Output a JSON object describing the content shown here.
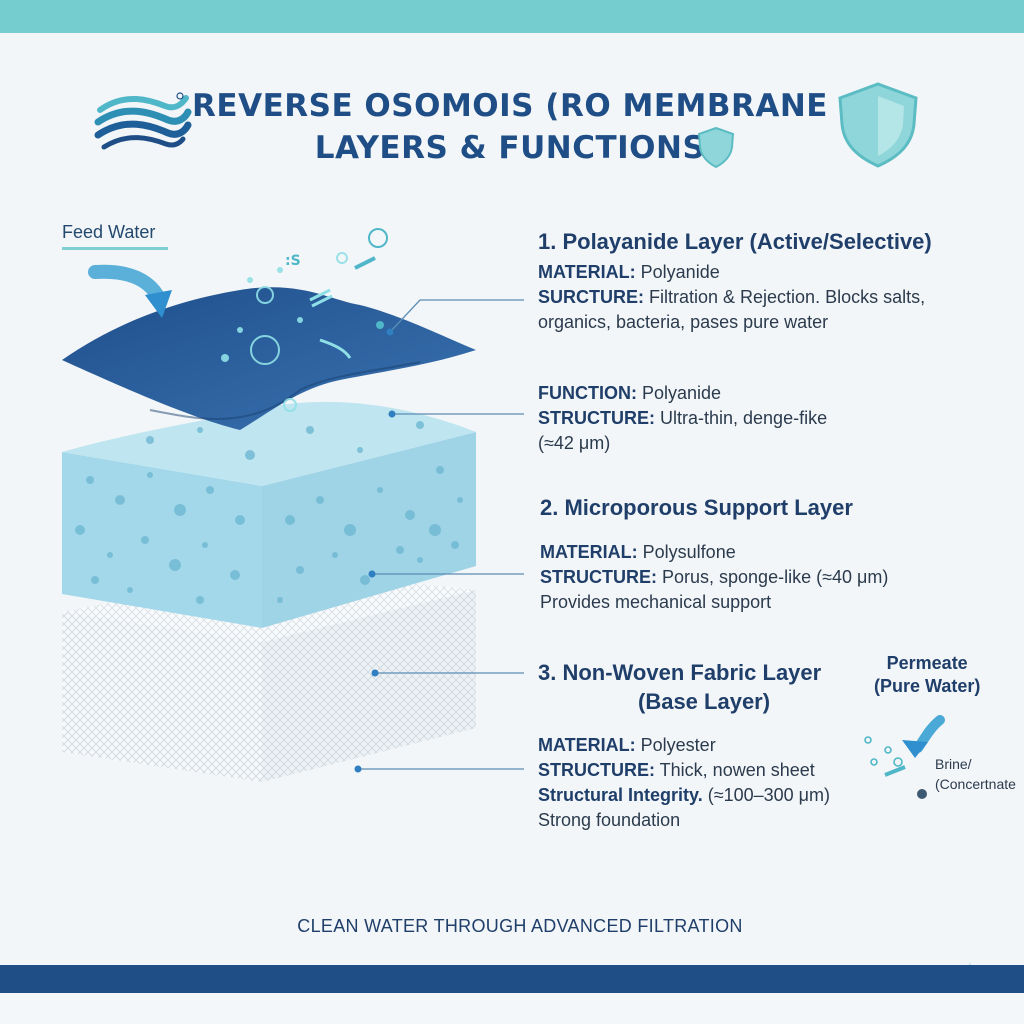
{
  "title": {
    "line1": "REVERSE OSOMOIS (RO MEMBRANE",
    "line2": "LAYERS & FUNCTIONS"
  },
  "feed_label": "Feed Water",
  "layers": [
    {
      "heading": "1. Polayanide Layer (Active/Selective)",
      "l1_key": "MATERIAL:",
      "l1_val": " Polyanide",
      "l2_key": "SURCTURE:",
      "l2_val": " Filtration & Rejection. Blocks salts,",
      "l3": "organics, bacteria, pases pure water",
      "l4_key": "FUNCTION:",
      "l4_val": " Polyanide",
      "l5_key": "STRUCTURE:",
      "l5_val": " Ultra-thin, denge-fike",
      "l6": "(≈42 μm)"
    },
    {
      "heading": "2. Microporous Support Layer",
      "l1_key": "MATERIAL:",
      "l1_val": " Polysulfone",
      "l2_key": "STRUCTURE:",
      "l2_val": " Porus, sponge-like (≈40 μm)",
      "l3": "Provides mechanical support"
    },
    {
      "heading1": "3. Non-Woven Fabric Layer",
      "heading2": "(Base Layer)",
      "l1_key": "MATERIAL:",
      "l1_val": " Polyester",
      "l2_key": "STRUCTURE:",
      "l2_val": " Thick, nowen sheet",
      "l3_bold": "Structural Integrity.",
      "l3_val": " (≈100–300 μm)",
      "l4": "Strong foundation"
    }
  ],
  "permeate": {
    "line1": "Permeate",
    "line2": "(Pure Water)"
  },
  "brine": {
    "line1": "Brine/",
    "line2": "(Concertnate"
  },
  "footer": "CLEAN WATER THROUGH ADVANCED FILTRATION",
  "colors": {
    "top_band": "#76cdd0",
    "bottom_band": "#1f4e87",
    "title": "#1f4e87",
    "active_layer": "#2a5fa0",
    "support_layer": "#a9dbea",
    "fabric_layer": "#f2f4f6",
    "accent": "#7fcfd2"
  },
  "icons": [
    "water-waves-logo-icon",
    "shield-icon",
    "small-shield-icon",
    "feed-arrow-icon",
    "permeate-arrow-icon",
    "sparkle-icon"
  ]
}
